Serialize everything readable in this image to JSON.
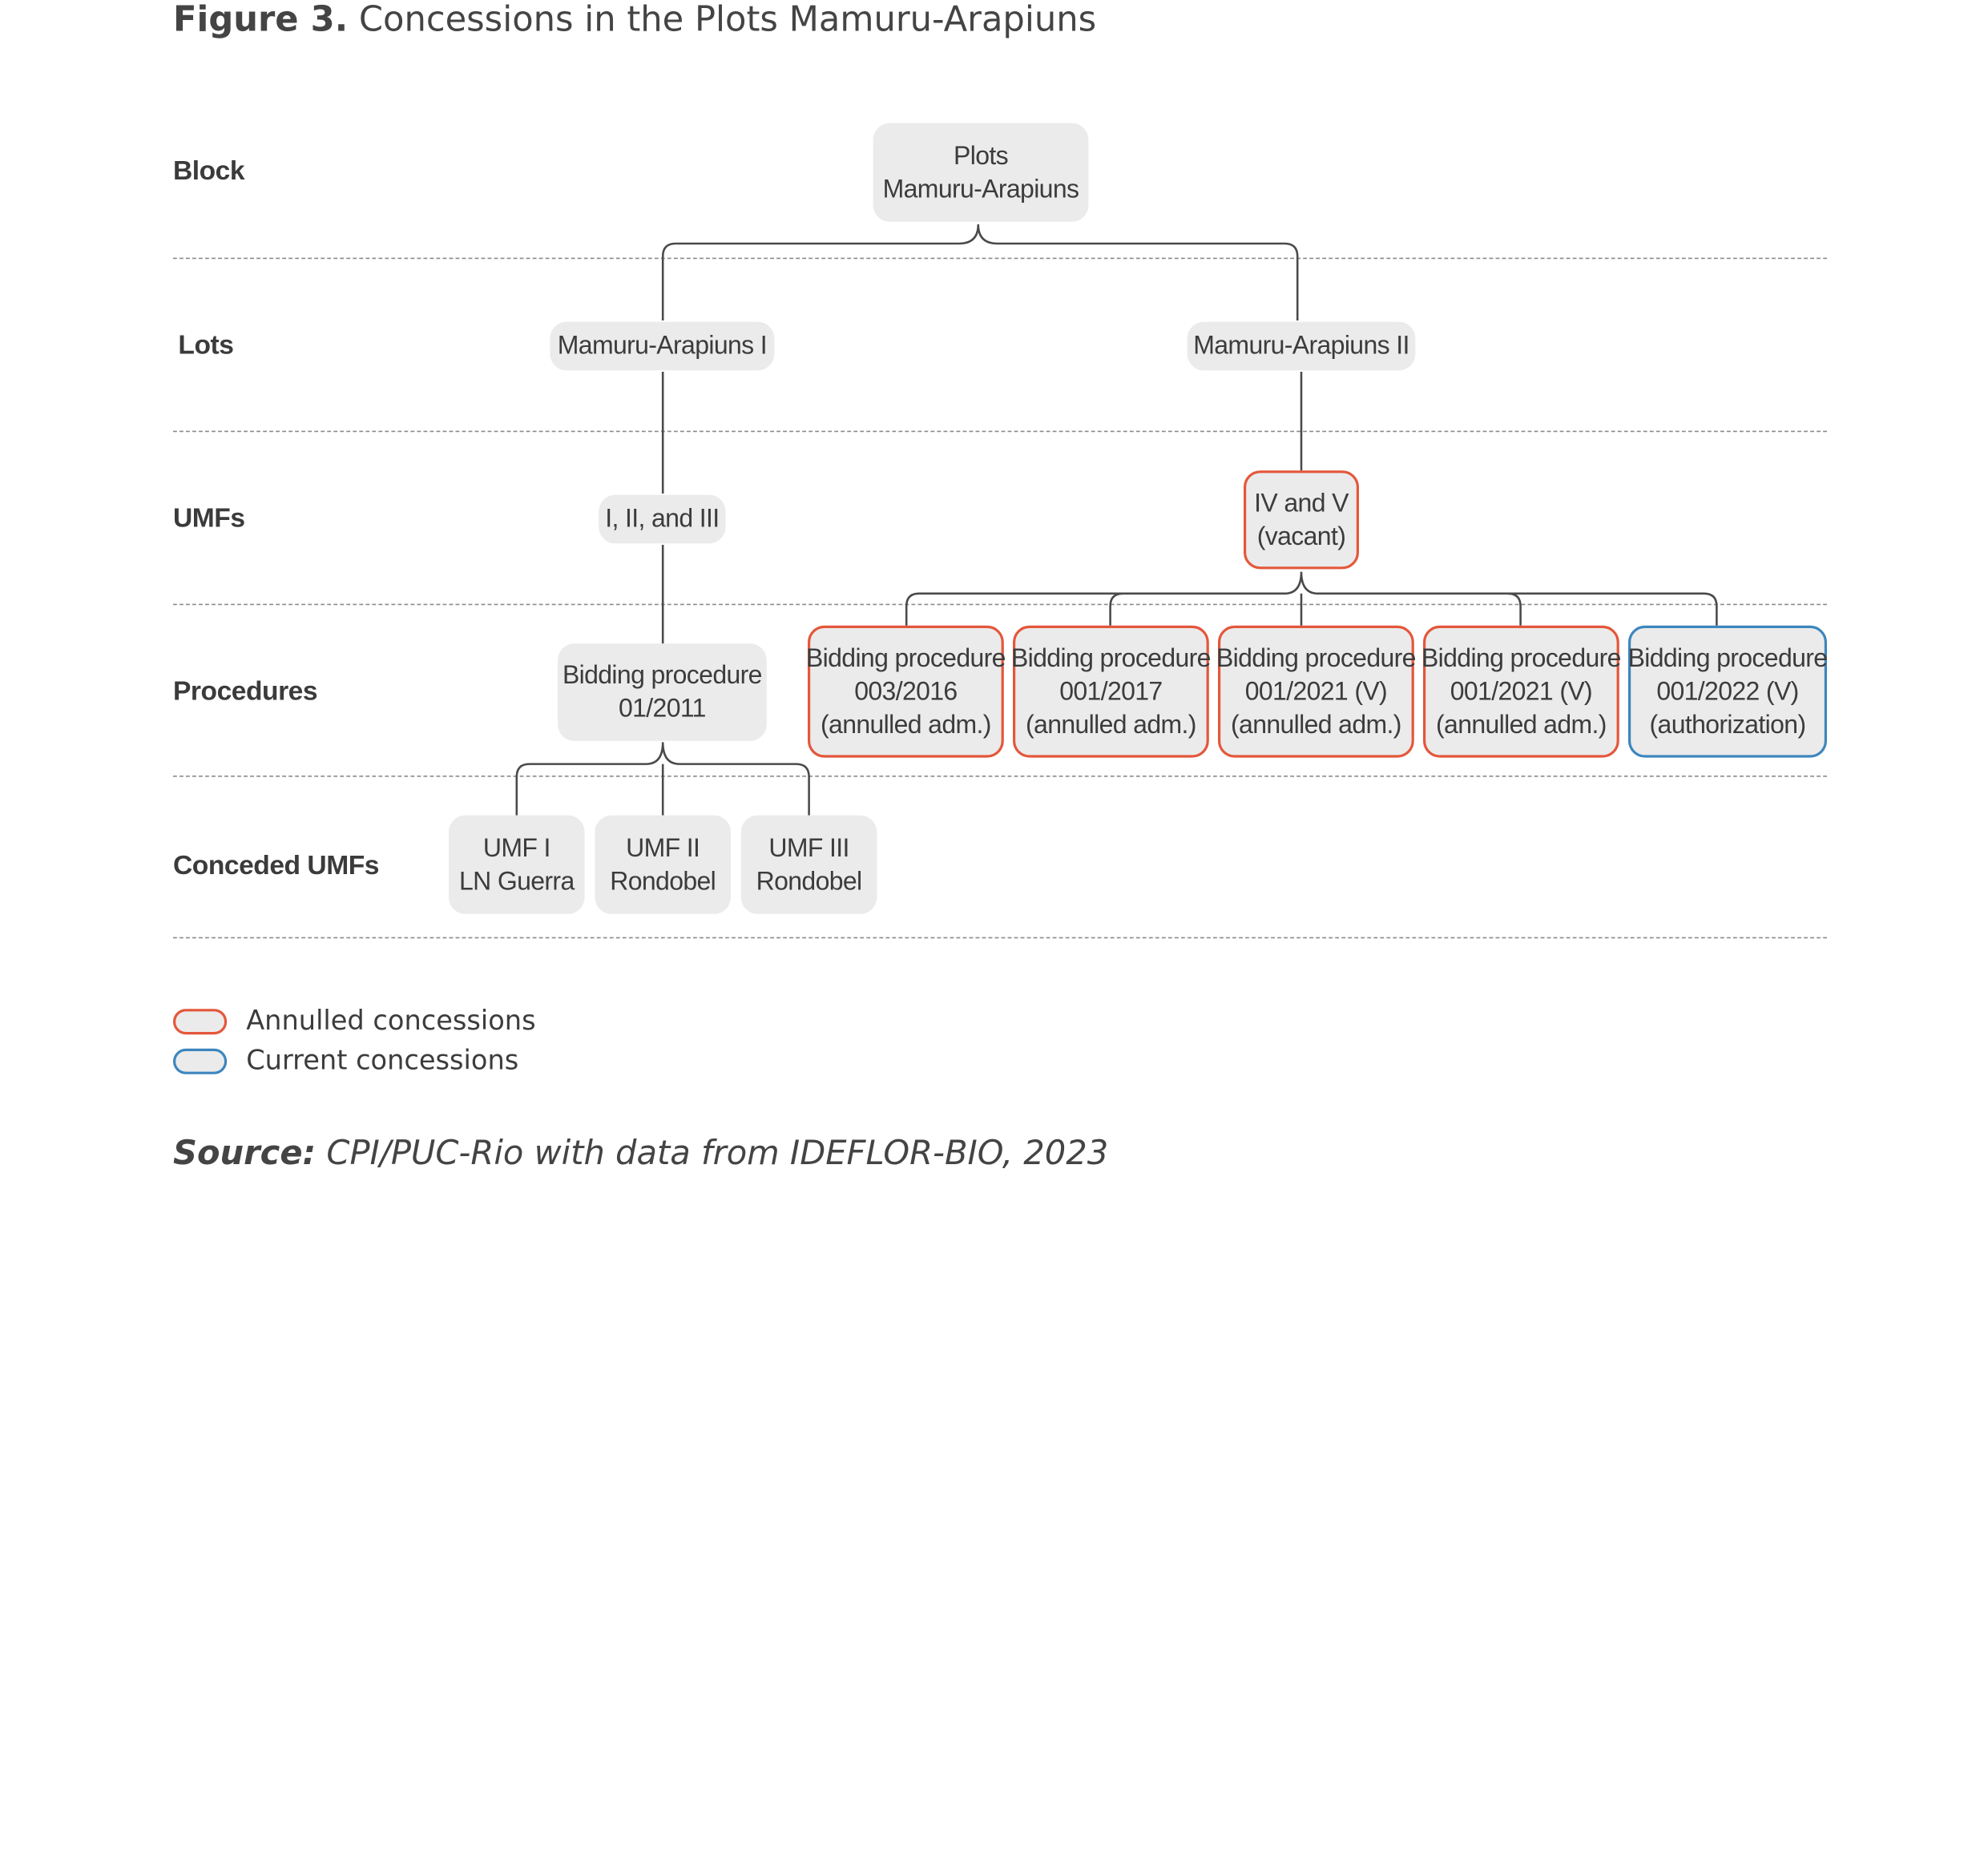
{
  "figure": {
    "title_prefix": "Figure 3.",
    "title_text": "Concessions in the Plots Mamuru-Arapiuns"
  },
  "rows": {
    "block": "Block",
    "lots": "Lots",
    "umfs": "UMFs",
    "procedures": "Procedures",
    "conceded": "Conceded UMFs"
  },
  "nodes": {
    "root": [
      "Plots",
      "Mamuru-Arapiuns"
    ],
    "lot1": [
      "Mamuru-Arapiuns I"
    ],
    "lot2": [
      "Mamuru-Arapiuns II"
    ],
    "umf_123": [
      "I, II, and III"
    ],
    "umf_45": [
      "IV and V",
      "(vacant)"
    ],
    "proc_01_2011": [
      "Bidding procedure",
      "01/2011"
    ],
    "proc_003_2016": [
      "Bidding procedure",
      "003/2016",
      "(annulled adm.)"
    ],
    "proc_001_2017": [
      "Bidding procedure",
      "001/2017",
      "(annulled adm.)"
    ],
    "proc_001_2021_a": [
      "Bidding procedure",
      "001/2021 (V)",
      "(annulled adm.)"
    ],
    "proc_001_2021_b": [
      "Bidding procedure",
      "001/2021 (V)",
      "(annulled adm.)"
    ],
    "proc_001_2022": [
      "Bidding procedure",
      "001/2022 (V)",
      "(authorization)"
    ],
    "umf1": [
      "UMF I",
      "LN Guerra"
    ],
    "umf2": [
      "UMF II",
      "Rondobel"
    ],
    "umf3": [
      "UMF III",
      "Rondobel"
    ]
  },
  "legend": {
    "annulled": "Annulled concessions",
    "current": "Current concessions"
  },
  "colors": {
    "annulled_border": "#e4573b",
    "current_border": "#3d86bd",
    "node_fill": "#ebebeb"
  },
  "source": {
    "prefix": "Source:",
    "text": " CPI/PUC-Rio with data from IDEFLOR-BIO, 2023"
  }
}
